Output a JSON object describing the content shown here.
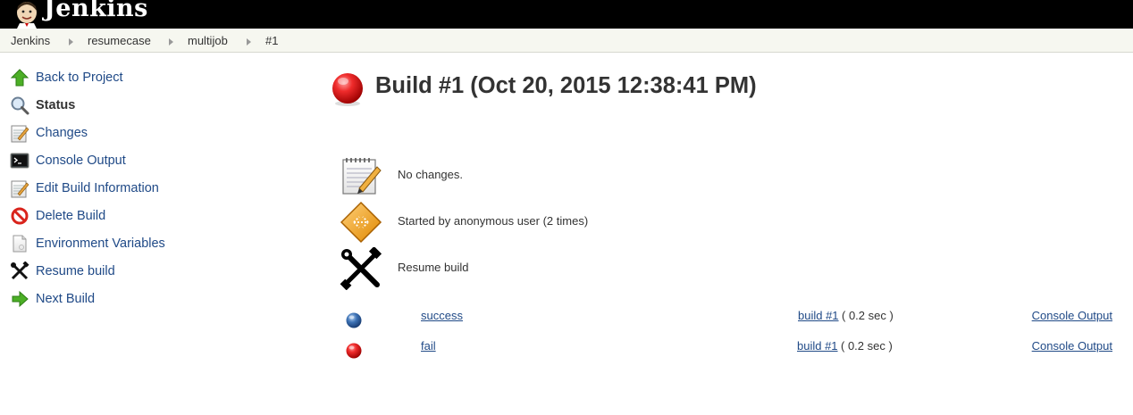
{
  "header": {
    "brand": "Jenkins",
    "logo_icon": "jenkins-butler-logo"
  },
  "breadcrumbs": [
    "Jenkins",
    "resumecase",
    "multijob",
    "#1"
  ],
  "sidebar": {
    "tasks": [
      {
        "label": "Back to Project",
        "icon": "up-arrow-icon"
      },
      {
        "label": "Status",
        "icon": "search-icon",
        "active": true
      },
      {
        "label": "Changes",
        "icon": "notepad-icon"
      },
      {
        "label": "Console Output",
        "icon": "terminal-icon"
      },
      {
        "label": "Edit Build Information",
        "icon": "notepad-icon"
      },
      {
        "label": "Delete Build",
        "icon": "no-entry-icon"
      },
      {
        "label": "Environment Variables",
        "icon": "document-icon"
      },
      {
        "label": "Resume build",
        "icon": "tools-icon"
      },
      {
        "label": "Next Build",
        "icon": "next-arrow-icon"
      }
    ]
  },
  "main": {
    "title": "Build #1 (Oct 20, 2015 12:38:41 PM)",
    "status": "failed",
    "info": [
      {
        "text": "No changes.",
        "icon": "notepad-icon"
      },
      {
        "text": "Started by anonymous user (2 times)",
        "icon": "user-cause-icon"
      },
      {
        "text": "Resume build",
        "icon": "tools-icon"
      }
    ],
    "sub_builds": [
      {
        "name": "success",
        "build": "build #1",
        "duration": "( 0.2 sec )",
        "console": "Console Output",
        "status": "blue"
      },
      {
        "name": "fail",
        "build": "build #1",
        "duration": "( 0.2 sec )",
        "console": "Console Output",
        "status": "red"
      }
    ]
  },
  "colors": {
    "header_bg": "#000000",
    "breadcrumb_bg": "#f6f7f0",
    "link": "#204a87",
    "fail_red": "#e8262b",
    "success_blue": "#3d72b5"
  }
}
